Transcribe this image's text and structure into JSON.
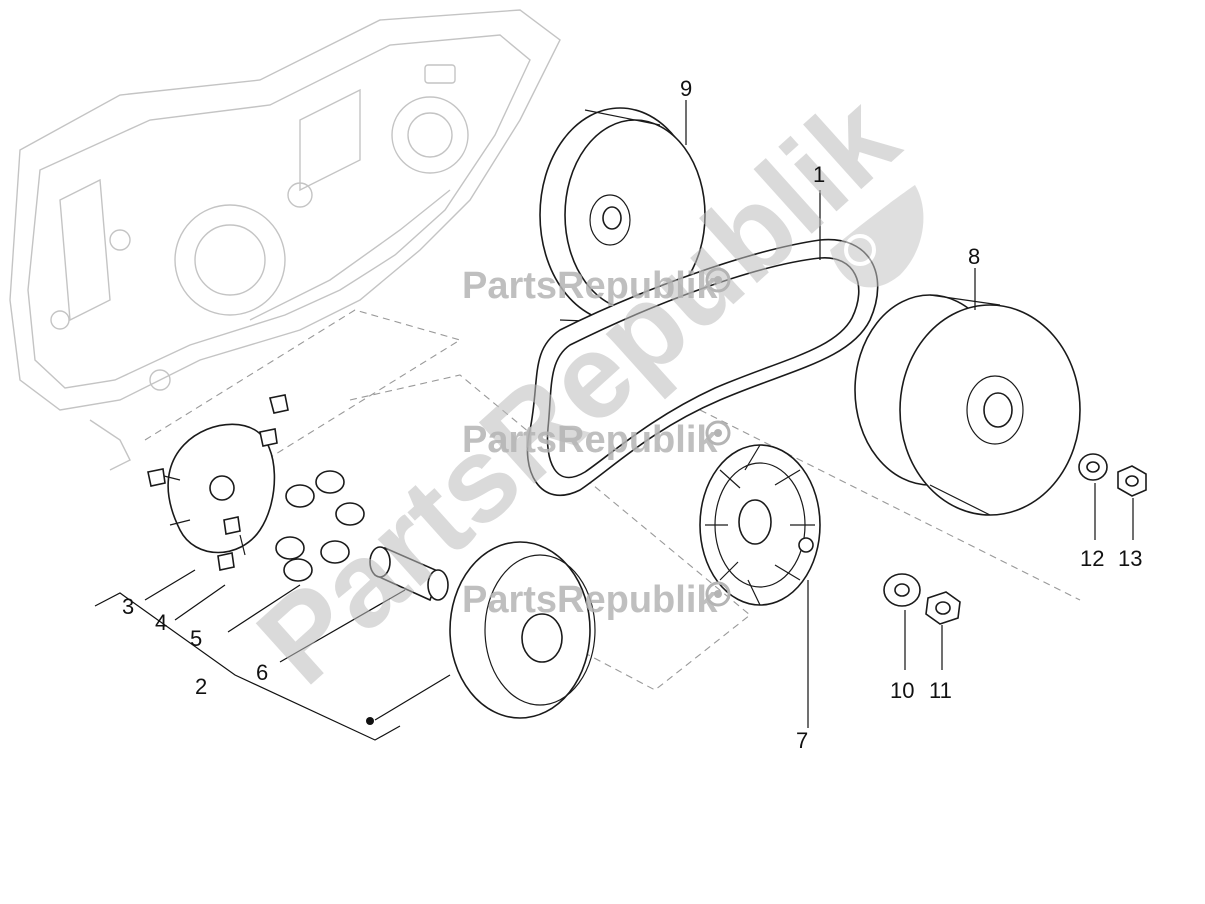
{
  "watermark": {
    "brand": "PartsRepublik"
  },
  "callouts": [
    {
      "id": "1",
      "label": "1"
    },
    {
      "id": "2",
      "label": "2"
    },
    {
      "id": "3",
      "label": "3"
    },
    {
      "id": "4",
      "label": "4"
    },
    {
      "id": "5",
      "label": "5"
    },
    {
      "id": "6",
      "label": "6"
    },
    {
      "id": "7",
      "label": "7"
    },
    {
      "id": "8",
      "label": "8"
    },
    {
      "id": "9",
      "label": "9"
    },
    {
      "id": "10",
      "label": "10"
    },
    {
      "id": "11",
      "label": "11"
    },
    {
      "id": "12",
      "label": "12"
    },
    {
      "id": "13",
      "label": "13"
    }
  ],
  "parts": [
    {
      "name": "drive-belt",
      "callout": "1"
    },
    {
      "name": "variator-assembly",
      "callout": "2"
    },
    {
      "name": "ramp-plate",
      "callout": "3"
    },
    {
      "name": "slider",
      "callout": "4"
    },
    {
      "name": "roller-weight",
      "callout": "5"
    },
    {
      "name": "bushing-sleeve",
      "callout": "6"
    },
    {
      "name": "fan-pulley",
      "callout": "7"
    },
    {
      "name": "driven-pulley",
      "callout": "8"
    },
    {
      "name": "clutch-bell",
      "callout": "9"
    },
    {
      "name": "washer",
      "callout": "10"
    },
    {
      "name": "nut",
      "callout": "11"
    },
    {
      "name": "washer",
      "callout": "12"
    },
    {
      "name": "nut",
      "callout": "13"
    }
  ]
}
